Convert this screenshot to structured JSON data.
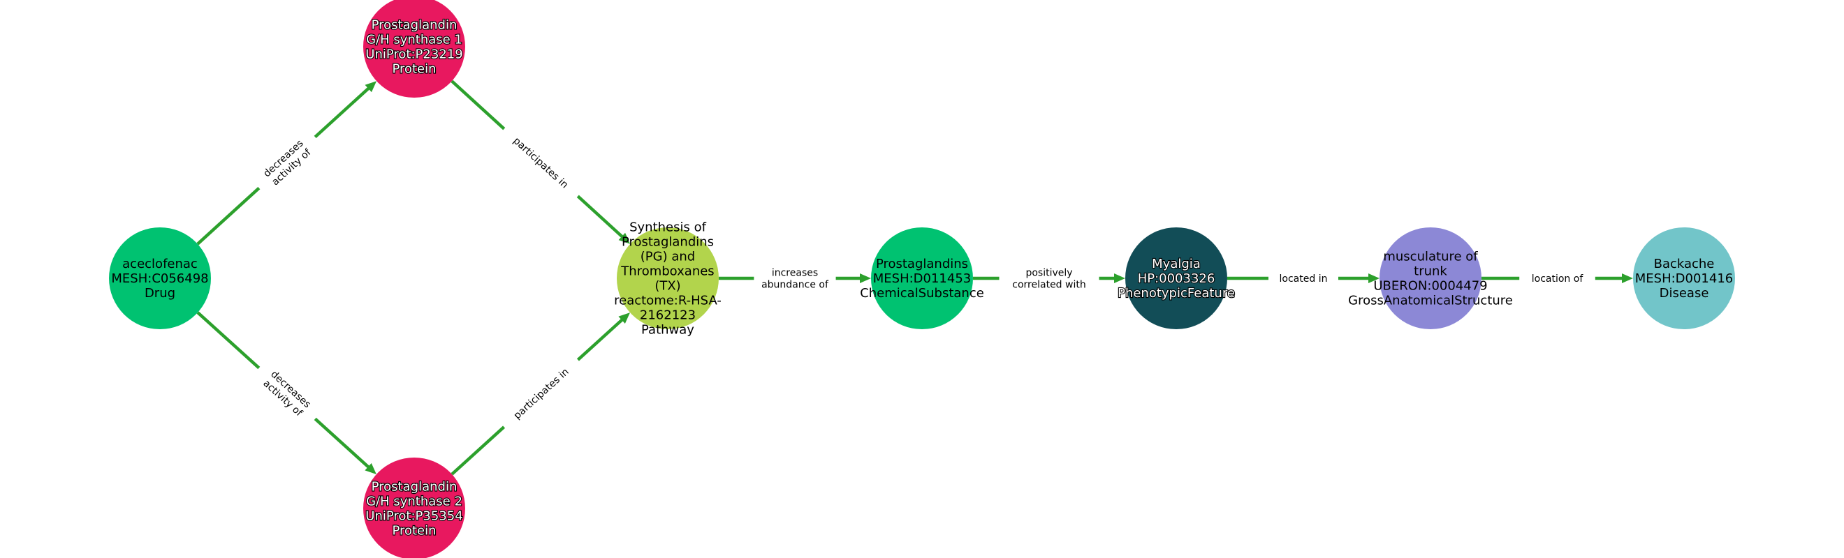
{
  "edge_color": "#2ca02c",
  "nodes": [
    {
      "id": "aceclofenac",
      "lines": [
        "aceclofenac",
        "MESH:C056498",
        "Drug"
      ],
      "color": "#00c271",
      "text_style": "dark"
    },
    {
      "id": "pghs1",
      "lines": [
        "Prostaglandin",
        "G/H synthase 1",
        "UniProt:P23219",
        "Protein"
      ],
      "color": "#e8185f",
      "text_style": "light"
    },
    {
      "id": "pghs2",
      "lines": [
        "Prostaglandin",
        "G/H synthase 2",
        "UniProt:P35354",
        "Protein"
      ],
      "color": "#e8185f",
      "text_style": "light"
    },
    {
      "id": "synthesis",
      "lines": [
        "Synthesis of",
        "Prostaglandins",
        "(PG) and",
        "Thromboxanes",
        "(TX)",
        "reactome:R-HSA-",
        "2162123",
        "Pathway"
      ],
      "color": "#b2d44c",
      "text_style": "dark"
    },
    {
      "id": "prostaglandins",
      "lines": [
        "Prostaglandins",
        "MESH:D011453",
        "ChemicalSubstance"
      ],
      "color": "#00c271",
      "text_style": "dark"
    },
    {
      "id": "myalgia",
      "lines": [
        "Myalgia",
        "HP:0003326",
        "PhenotypicFeature"
      ],
      "color": "#124d57",
      "text_style": "light"
    },
    {
      "id": "musculature",
      "lines": [
        "musculature of",
        "trunk",
        "UBERON:0004479",
        "GrossAnatomicalStructure"
      ],
      "color": "#8c88d6",
      "text_style": "dark"
    },
    {
      "id": "backache",
      "lines": [
        "Backache",
        "MESH:D001416",
        "Disease"
      ],
      "color": "#72c5c9",
      "text_style": "dark"
    }
  ],
  "edges": [
    {
      "source": "aceclofenac",
      "target": "pghs1",
      "lines": [
        "decreases",
        "activity of"
      ]
    },
    {
      "source": "aceclofenac",
      "target": "pghs2",
      "lines": [
        "decreases",
        "activity of"
      ]
    },
    {
      "source": "pghs1",
      "target": "synthesis",
      "lines": [
        "participates in"
      ]
    },
    {
      "source": "pghs2",
      "target": "synthesis",
      "lines": [
        "participates in"
      ]
    },
    {
      "source": "synthesis",
      "target": "prostaglandins",
      "lines": [
        "increases",
        "abundance of"
      ]
    },
    {
      "source": "prostaglandins",
      "target": "myalgia",
      "lines": [
        "positively",
        "correlated with"
      ]
    },
    {
      "source": "myalgia",
      "target": "musculature",
      "lines": [
        "located in"
      ]
    },
    {
      "source": "musculature",
      "target": "backache",
      "lines": [
        "location of"
      ]
    }
  ]
}
